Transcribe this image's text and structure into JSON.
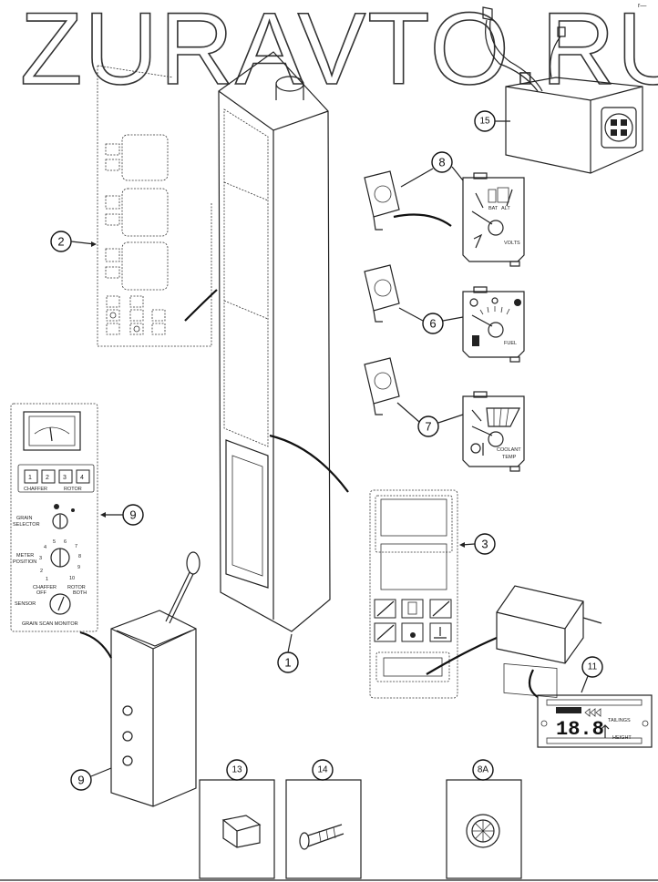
{
  "watermark": "ZURAVTO.RU",
  "corner_mark": "r—",
  "callouts": {
    "c1": "1",
    "c2": "2",
    "c3": "3",
    "c6": "6",
    "c7": "7",
    "c8": "8",
    "c8a": "8A",
    "c9_top": "9",
    "c9_bottom": "9",
    "c11": "11",
    "c13": "13",
    "c14": "14",
    "c15": "15"
  },
  "gauges": {
    "volts": {
      "label": "VOLTS",
      "sub_left": "BAT",
      "sub_right": "ALT"
    },
    "fuel": {
      "label": "FUEL"
    },
    "coolant": {
      "label_line1": "COOLANT",
      "label_line2": "TEMP"
    }
  },
  "monitor_panel": {
    "buttons": [
      "1",
      "2",
      "3",
      "4"
    ],
    "group_left": "CHAFFER",
    "group_right": "ROTOR",
    "knob1_label_line1": "GRAIN",
    "knob1_label_line2": "SELECTOR",
    "knob2_label_line1": "METER",
    "knob2_label_line2": "POSITION",
    "knob2_scale": [
      "1",
      "2",
      "3",
      "4",
      "5",
      "6",
      "7",
      "8",
      "9",
      "10"
    ],
    "knob3_label": "SENSOR",
    "knob3_opt1": "CHAFFER",
    "knob3_opt2": "OFF",
    "knob3_opt3": "ROTOR",
    "knob3_opt4": "BOTH",
    "footer": "GRAIN SCAN MONITOR"
  },
  "display_module": {
    "digits": "18.8",
    "label_top": "TAILINGS",
    "label_bottom": "HEIGHT"
  }
}
